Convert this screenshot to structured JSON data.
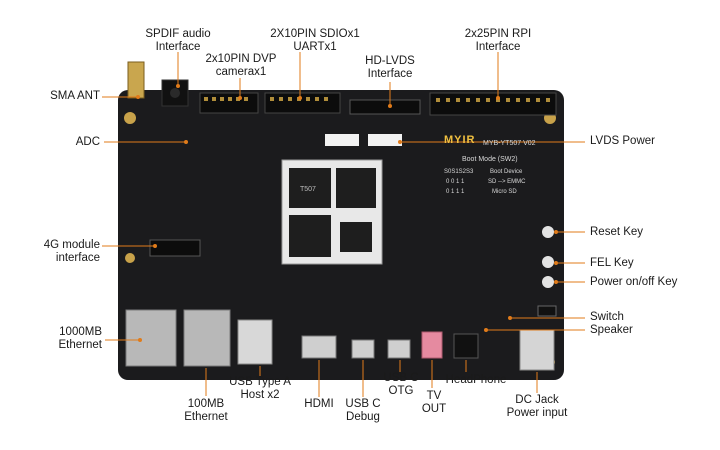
{
  "labels": {
    "spdif": "SPDIF audio\nInterface",
    "sdio": "2X10PIN SDIOx1\nUARTx1",
    "rpi": "2x25PIN RPI\nInterface",
    "dvp": "2x10PIN  DVP\ncamerax1",
    "hdlvds": "HD-LVDS\nInterface",
    "sma": "SMA ANT",
    "adc": "ADC",
    "lvds_power": "LVDS Power",
    "module_4g": "4G module\ninterface",
    "reset_key": "Reset Key",
    "fel_key": "FEL Key",
    "power_key": "Power on/off Key",
    "switch": "Switch",
    "speaker": "Speaker",
    "eth1000": "1000MB\nEthernet",
    "eth100": "100MB\nEthernet",
    "usb_a": "USB Type A\nHost x2",
    "hdmi": "HDMI",
    "usbc_debug": "USB C\nDebug",
    "usbc_otg": "USB C\nOTG",
    "tv_out": "TV\nOUT",
    "headphone": "HeadPhone",
    "dc_jack": "DC Jack\nPower input"
  },
  "board": {
    "logo": "MYIR",
    "model": "MYB-YT507 V02",
    "boot_title": "Boot Mode (SW2)",
    "boot_col1": "S0S1S2S3",
    "boot_col2": "Boot Device",
    "boot_row1a": "0 0 1 1",
    "boot_row1b": "SD --> EMMC",
    "boot_row2a": "0 1 1 1",
    "boot_row2b": "Micro SD",
    "soc": "T507"
  },
  "colors": {
    "pcb": "#1b1b1d",
    "leader": "#e07b1a",
    "silk": "#d9d9d9"
  }
}
